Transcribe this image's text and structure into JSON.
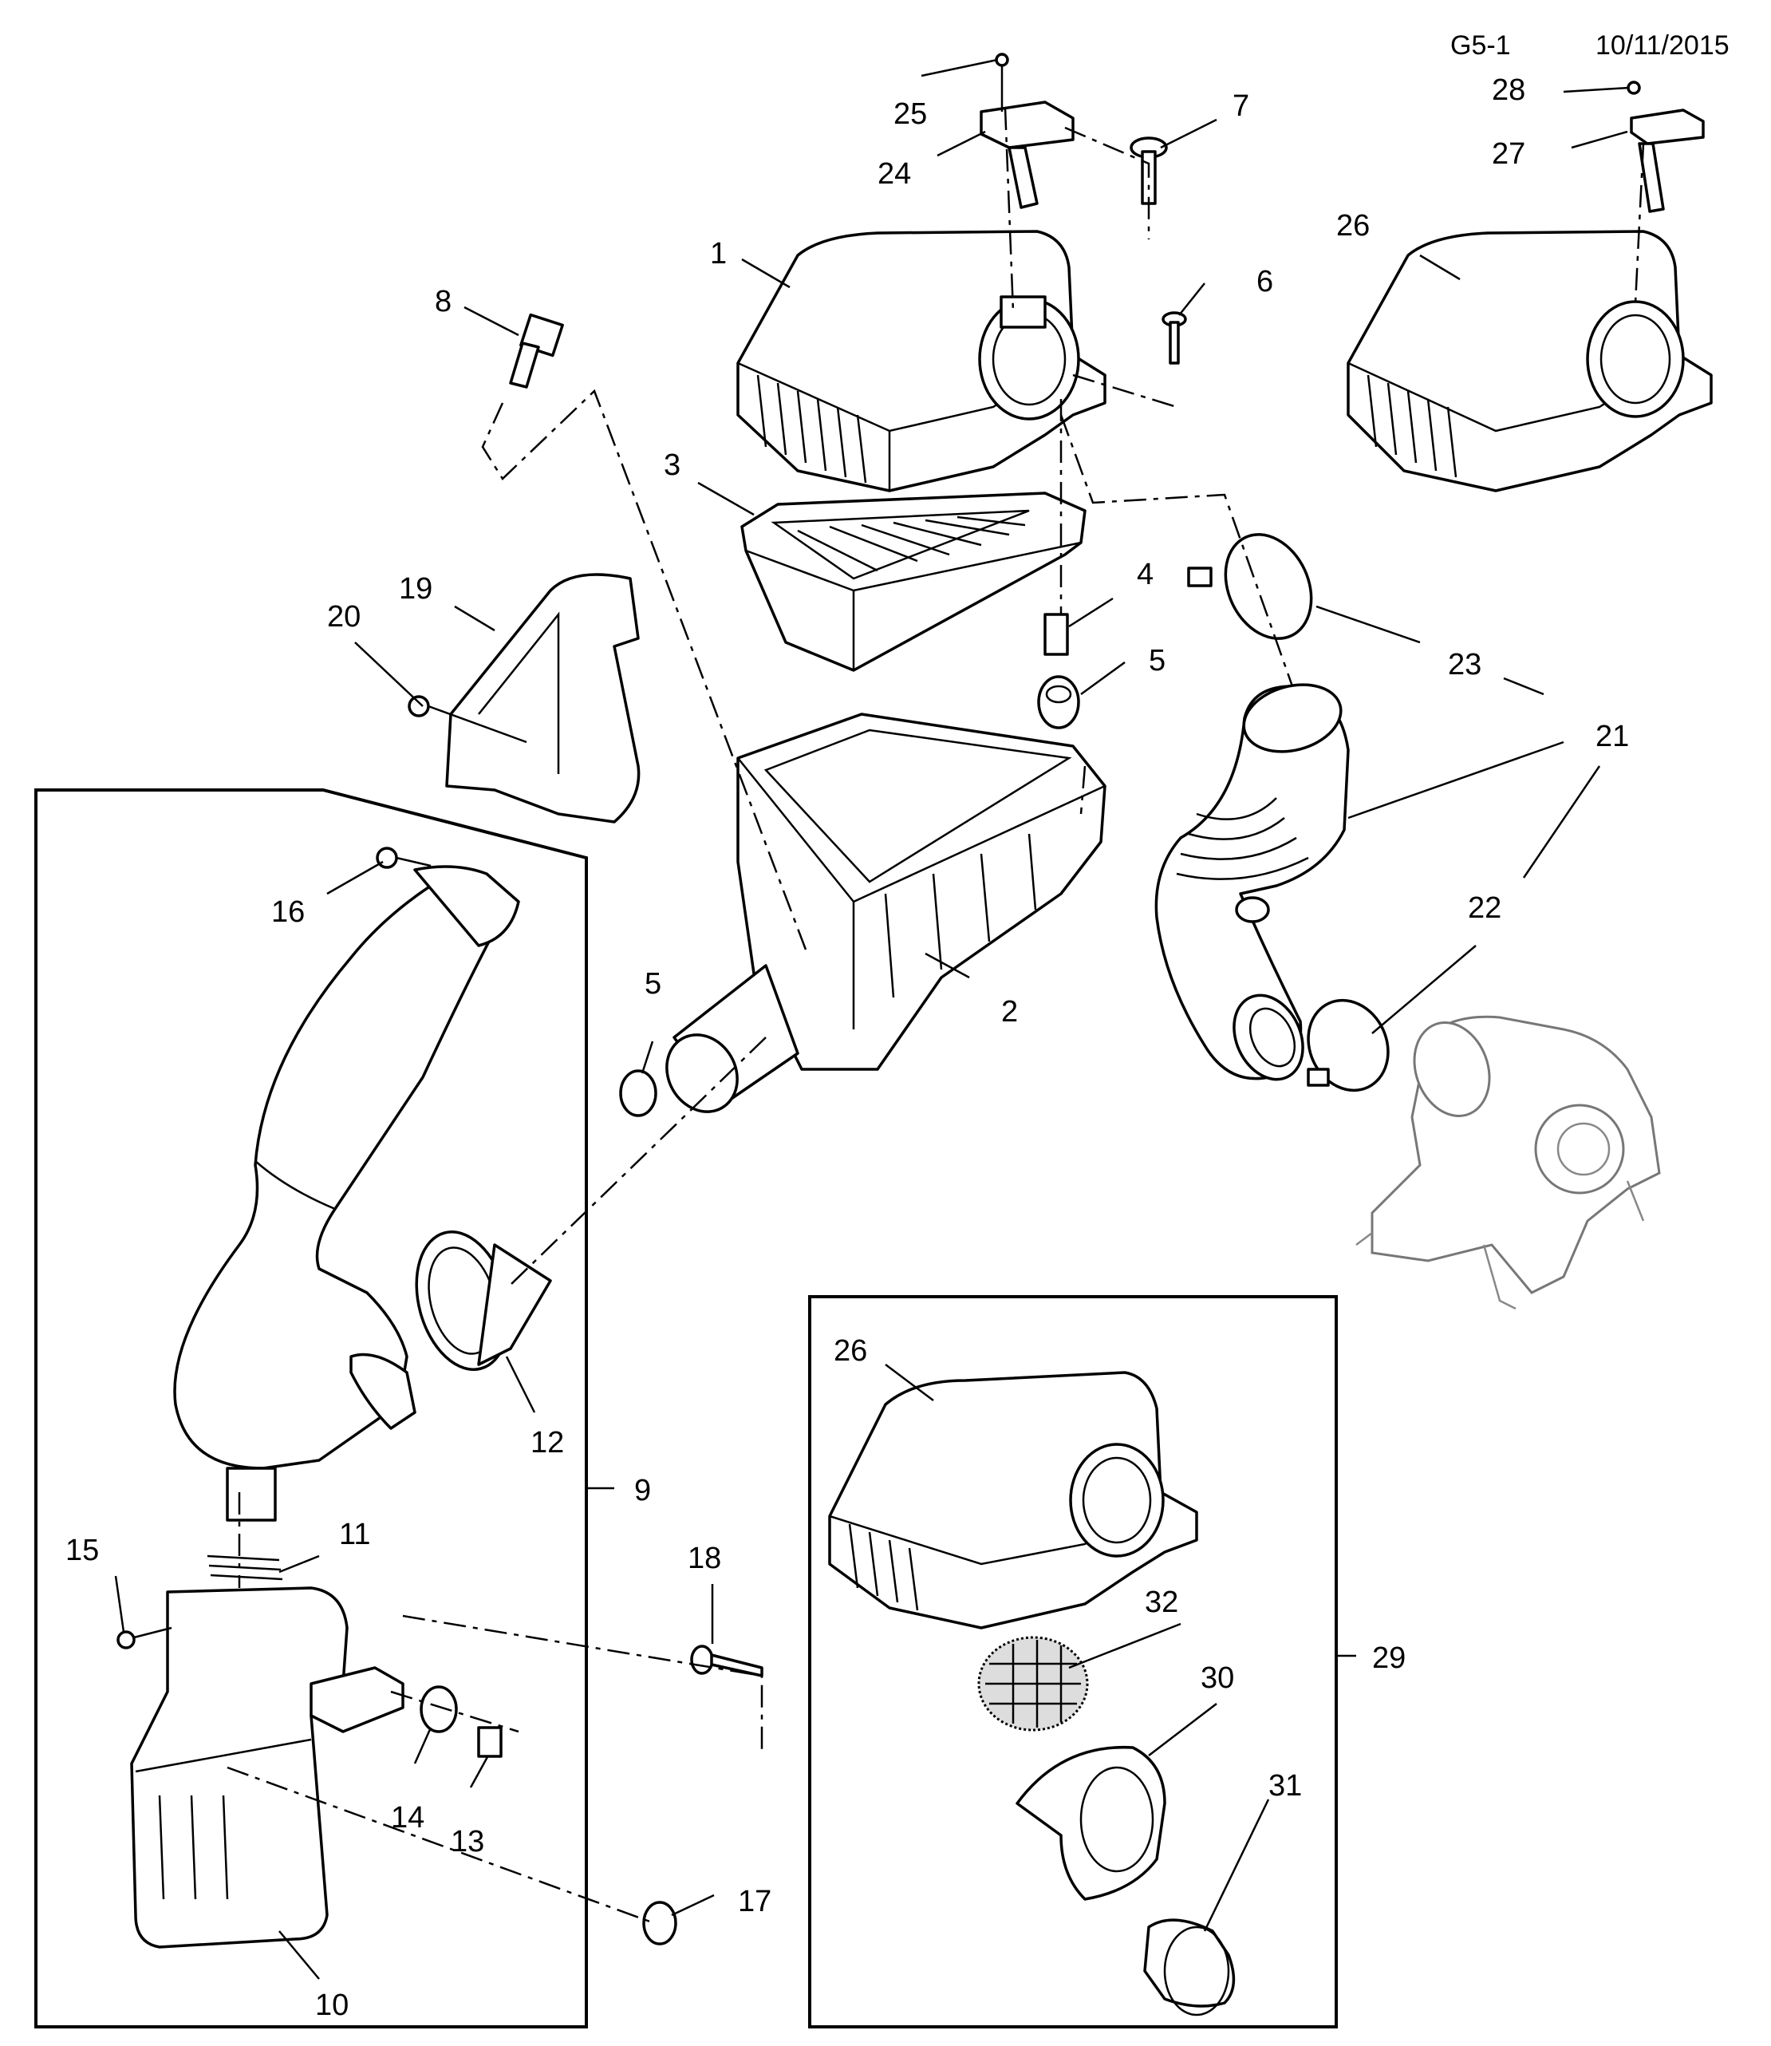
{
  "header": {
    "code": "G5-1",
    "date": "10/11/2015"
  },
  "callouts": {
    "p1": "1",
    "p2": "2",
    "p3": "3",
    "p4": "4",
    "p5a": "5",
    "p5b": "5",
    "p6": "6",
    "p7": "7",
    "p8": "8",
    "p9": "9",
    "p10": "10",
    "p11": "11",
    "p12": "12",
    "p13": "13",
    "p14": "14",
    "p15": "15",
    "p16": "16",
    "p17": "17",
    "p18": "18",
    "p19": "19",
    "p20": "20",
    "p21": "21",
    "p22": "22",
    "p23": "23",
    "p24": "24",
    "p25": "25",
    "p26a": "26",
    "p26b": "26",
    "p27": "27",
    "p28": "28",
    "p29": "29",
    "p30": "30",
    "p31": "31",
    "p32": "32"
  }
}
